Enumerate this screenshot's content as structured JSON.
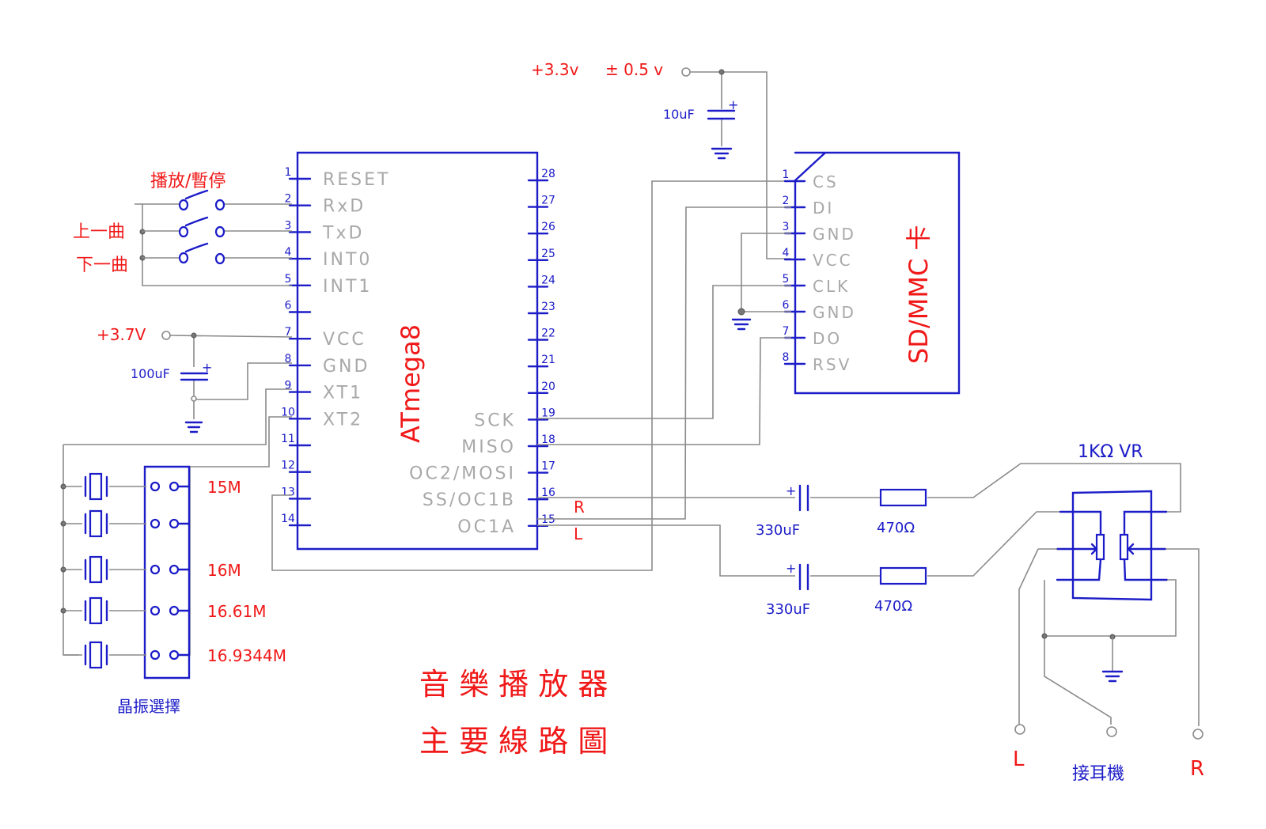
{
  "title": {
    "line1": "音 樂 播 放 器",
    "line2": "主 要 線 路 圖"
  },
  "mcu": {
    "name": "ATmega8",
    "left_pins": [
      {
        "num": "1",
        "label": "RESET"
      },
      {
        "num": "2",
        "label": "RxD"
      },
      {
        "num": "3",
        "label": "TxD"
      },
      {
        "num": "4",
        "label": "INT0"
      },
      {
        "num": "5",
        "label": "INT1"
      },
      {
        "num": "6",
        "label": ""
      },
      {
        "num": "7",
        "label": "VCC"
      },
      {
        "num": "8",
        "label": "GND"
      },
      {
        "num": "9",
        "label": "XT1"
      },
      {
        "num": "10",
        "label": "XT2"
      },
      {
        "num": "11",
        "label": ""
      },
      {
        "num": "12",
        "label": ""
      },
      {
        "num": "13",
        "label": ""
      },
      {
        "num": "14",
        "label": ""
      }
    ],
    "right_pins": [
      {
        "num": "28",
        "label": ""
      },
      {
        "num": "27",
        "label": ""
      },
      {
        "num": "26",
        "label": ""
      },
      {
        "num": "25",
        "label": ""
      },
      {
        "num": "24",
        "label": ""
      },
      {
        "num": "23",
        "label": ""
      },
      {
        "num": "22",
        "label": ""
      },
      {
        "num": "21",
        "label": ""
      },
      {
        "num": "20",
        "label": ""
      },
      {
        "num": "19",
        "label": "SCK"
      },
      {
        "num": "18",
        "label": "MISO"
      },
      {
        "num": "17",
        "label": "OC2/MOSI"
      },
      {
        "num": "16",
        "label": "SS/OC1B"
      },
      {
        "num": "15",
        "label": "OC1A"
      }
    ],
    "channel_labels": {
      "pin16": "R",
      "pin15": "L"
    }
  },
  "sd_card": {
    "name": "SD/MMC 卡",
    "pins": [
      {
        "num": "1",
        "label": "CS"
      },
      {
        "num": "2",
        "label": "DI"
      },
      {
        "num": "3",
        "label": "GND"
      },
      {
        "num": "4",
        "label": "VCC"
      },
      {
        "num": "5",
        "label": "CLK"
      },
      {
        "num": "6",
        "label": "GND"
      },
      {
        "num": "7",
        "label": "DO"
      },
      {
        "num": "8",
        "label": "RSV"
      }
    ]
  },
  "buttons": {
    "play_pause": "播放/暫停",
    "prev": "上一曲",
    "next": "下一曲"
  },
  "power": {
    "mcu_supply": "+3.7V",
    "mcu_cap": "100uF",
    "sd_supply": "+3.3v",
    "sd_tolerance": "± 0.5 v",
    "sd_cap": "10uF"
  },
  "crystals": {
    "label": "晶振選擇",
    "options": [
      "15M",
      "",
      "16M",
      "16.61M",
      "16.9344M"
    ]
  },
  "audio": {
    "coupling_caps": [
      "330uF",
      "330uF"
    ],
    "resistors": [
      "470Ω",
      "470Ω"
    ],
    "pot_label": "1KΩ VR",
    "headphone_label": "接耳機",
    "left": "L",
    "right": "R"
  }
}
